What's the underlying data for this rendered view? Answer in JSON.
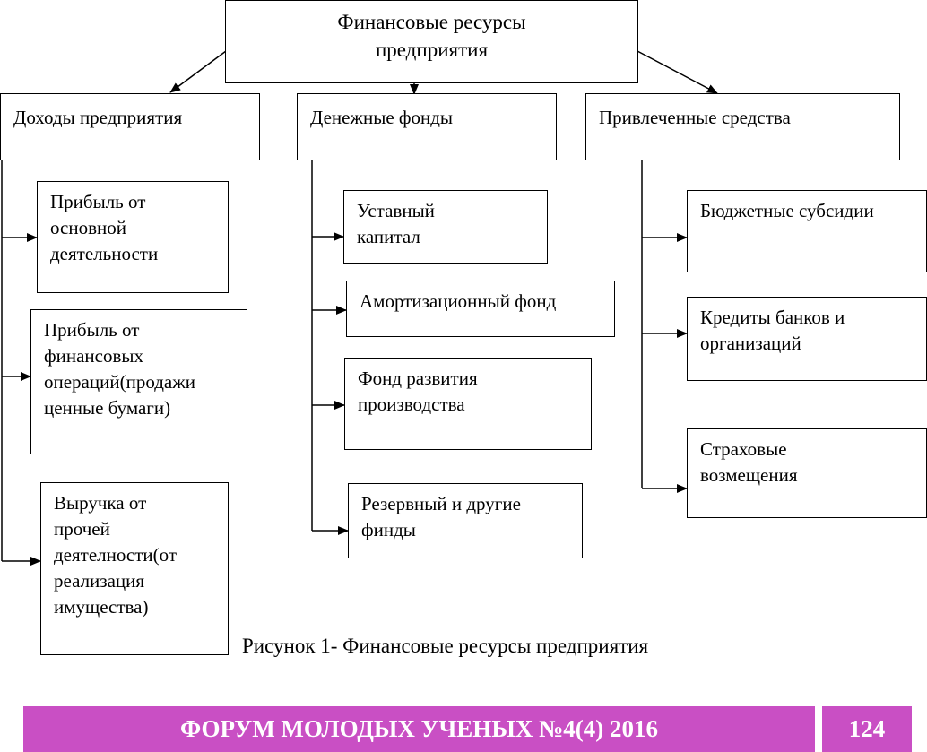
{
  "diagram": {
    "root": {
      "lines": [
        "Финансовые ресурсы",
        "предприятия"
      ]
    },
    "categories": [
      {
        "label": "Доходы предприятия",
        "items": [
          {
            "lines": [
              "Прибыль от",
              "основной",
              "деятельности"
            ]
          },
          {
            "lines": [
              "Прибыль от",
              "финансовых",
              "операций(продажи",
              "ценные бумаги)"
            ]
          },
          {
            "lines": [
              "Выручка от",
              "прочей",
              "деятелности(от",
              "реализация",
              "имущества)"
            ]
          }
        ]
      },
      {
        "label": "Денежные фонды",
        "items": [
          {
            "lines": [
              "Уставный",
              "капитал"
            ]
          },
          {
            "lines": [
              "Амортизационный фонд"
            ]
          },
          {
            "lines": [
              "Фонд развития",
              "производства"
            ]
          },
          {
            "lines": [
              "Резервный и другие",
              "финды"
            ]
          }
        ]
      },
      {
        "label": "Привлеченные средства",
        "items": [
          {
            "lines": [
              "Бюджетные субсидии"
            ]
          },
          {
            "lines": [
              "Кредиты банков и",
              "организаций"
            ]
          },
          {
            "lines": [
              "Страховые",
              "возмещения"
            ]
          }
        ]
      }
    ]
  },
  "caption": "Рисунок 1- Финансовые ресурсы предприятия",
  "footer": {
    "title": "ФОРУМ МОЛОДЫХ УЧЕНЫХ №4(4) 2016",
    "page": "124",
    "bar_color": "#c94fc4"
  }
}
